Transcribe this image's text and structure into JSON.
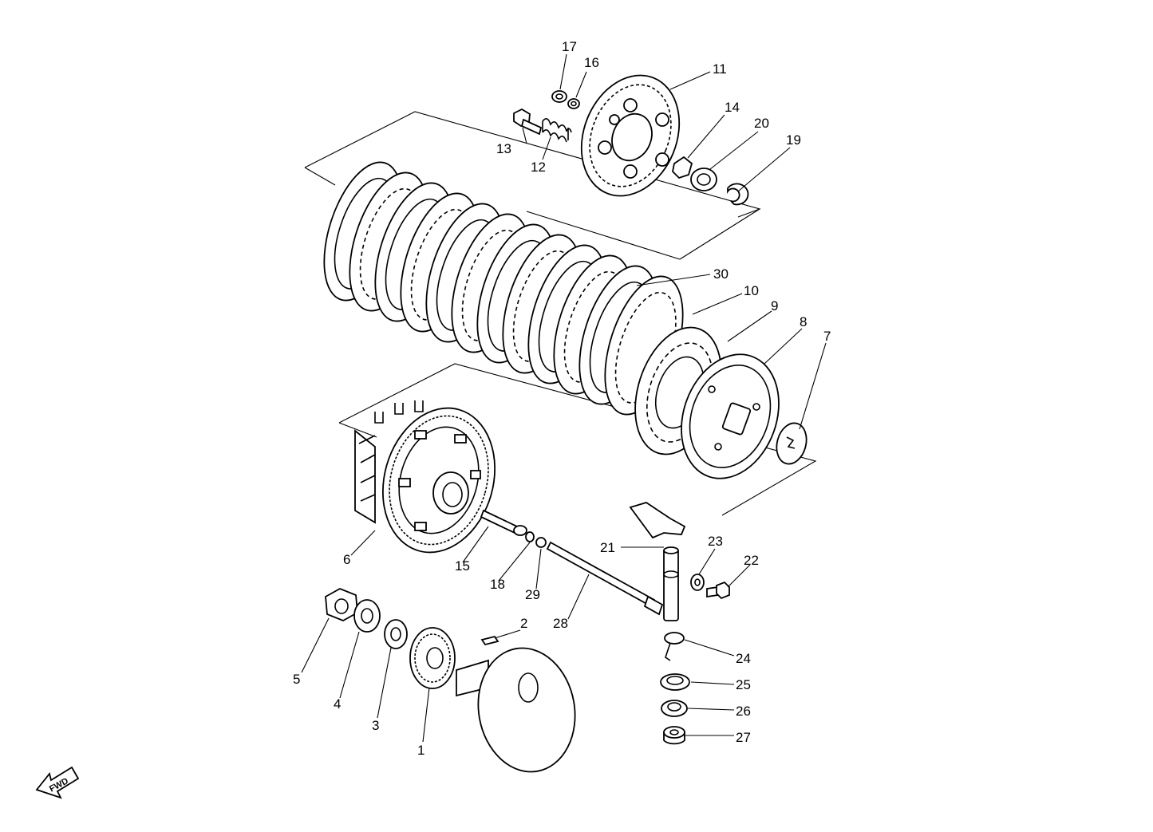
{
  "fwd_label": "FWD",
  "callouts": {
    "c1": "1",
    "c2": "2",
    "c3": "3",
    "c4": "4",
    "c5": "5",
    "c6": "6",
    "c7": "7",
    "c8": "8",
    "c9": "9",
    "c10": "10",
    "c11": "11",
    "c12": "12",
    "c13": "13",
    "c14": "14",
    "c15": "15",
    "c16": "16",
    "c17": "17",
    "c18": "18",
    "c19": "19",
    "c20": "20",
    "c21": "21",
    "c22": "22",
    "c23": "23",
    "c24": "24",
    "c25": "25",
    "c26": "26",
    "c27": "27",
    "c28": "28",
    "c29": "29",
    "c30": "30"
  }
}
